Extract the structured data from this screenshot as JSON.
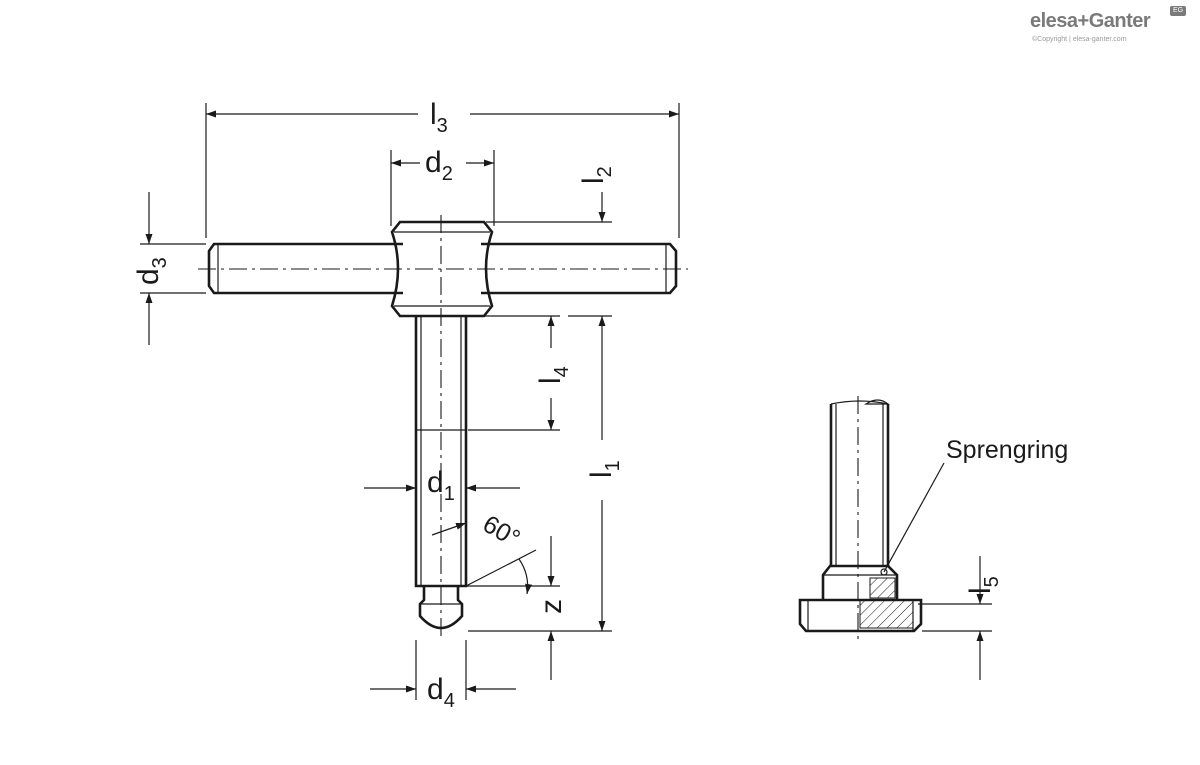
{
  "logo": {
    "brand": "elesa+Ganter",
    "copyright": "©Copyright | elesa-ganter.com",
    "badge": "EG"
  },
  "dimensions": {
    "l3": {
      "main": "l",
      "sub": "3"
    },
    "d2": {
      "main": "d",
      "sub": "2"
    },
    "l2": {
      "main": "l",
      "sub": "2"
    },
    "d3": {
      "main": "d",
      "sub": "3"
    },
    "l4": {
      "main": "l",
      "sub": "4"
    },
    "l1": {
      "main": "l",
      "sub": "1"
    },
    "d1": {
      "main": "d",
      "sub": "1"
    },
    "angle": "60°",
    "z": "z",
    "d4": {
      "main": "d",
      "sub": "4"
    },
    "l5": {
      "main": "l",
      "sub": "5"
    }
  },
  "detail": {
    "label": "Sprengring"
  }
}
